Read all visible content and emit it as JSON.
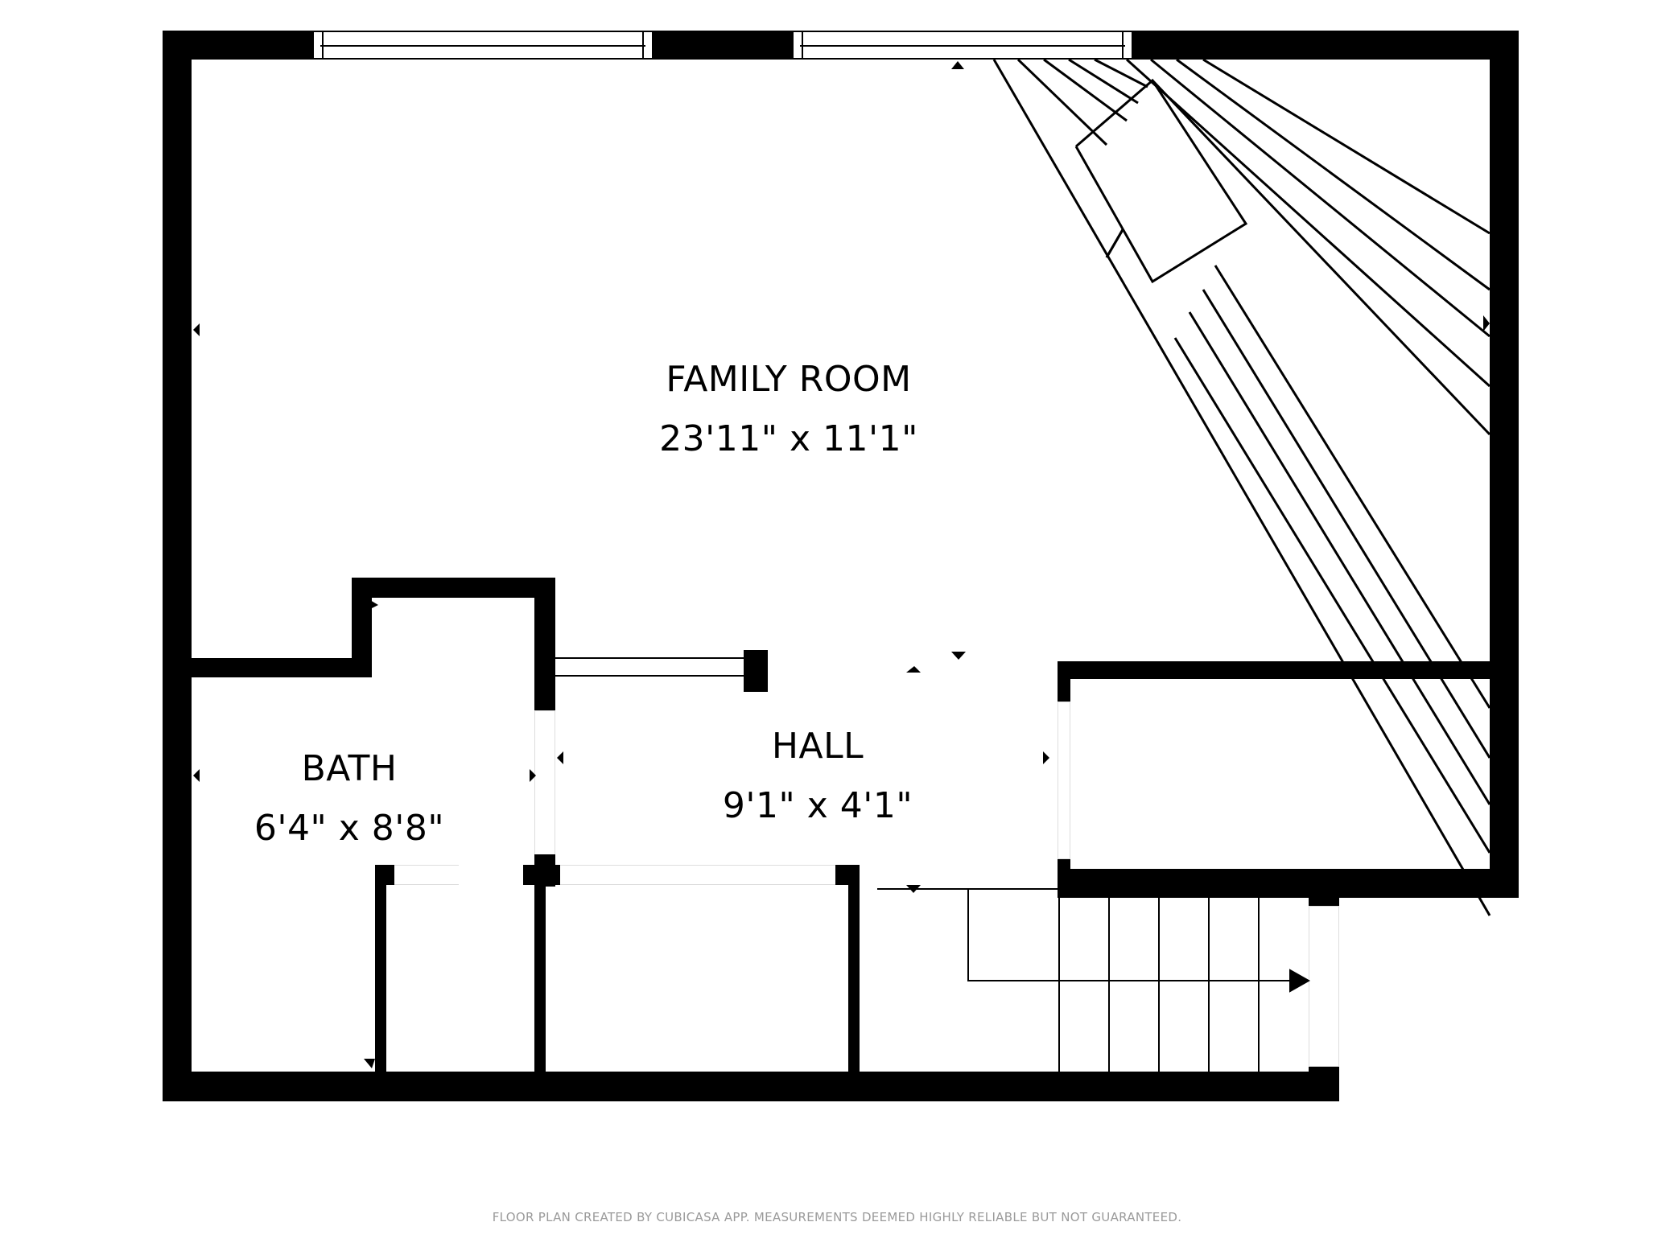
{
  "plan": {
    "type": "floor-plan",
    "background_color": "#ffffff",
    "wall_color": "#000000",
    "rooms": [
      {
        "name": "FAMILY ROOM",
        "dimensions": "23'11\" x 11'1\""
      },
      {
        "name": "BATH",
        "dimensions": "6'4\" x 8'8\""
      },
      {
        "name": "HALL",
        "dimensions": "9'1\" x 4'1\""
      }
    ],
    "features": {
      "windows": 2,
      "fireplace": "corner-fireplace",
      "stairs": {
        "treads": 5,
        "direction": "right"
      }
    }
  },
  "footer": {
    "disclaimer": "FLOOR PLAN CREATED BY CUBICASA APP. MEASUREMENTS DEEMED HIGHLY RELIABLE BUT NOT GUARANTEED."
  }
}
